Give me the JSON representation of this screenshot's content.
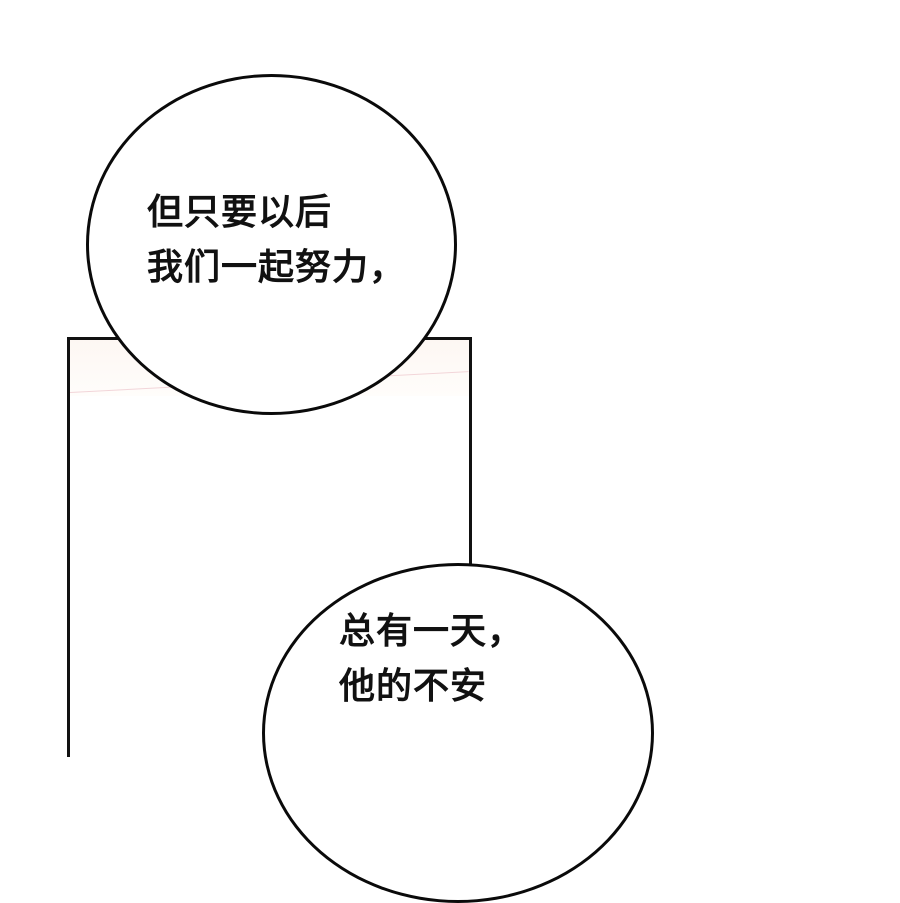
{
  "comic": {
    "panel": {
      "border_color": "#111111"
    },
    "bubbles": [
      {
        "lines": [
          "但只要以后",
          "我们一起努力，"
        ]
      },
      {
        "lines": [
          "总有一天，",
          "他的不安"
        ]
      }
    ]
  }
}
